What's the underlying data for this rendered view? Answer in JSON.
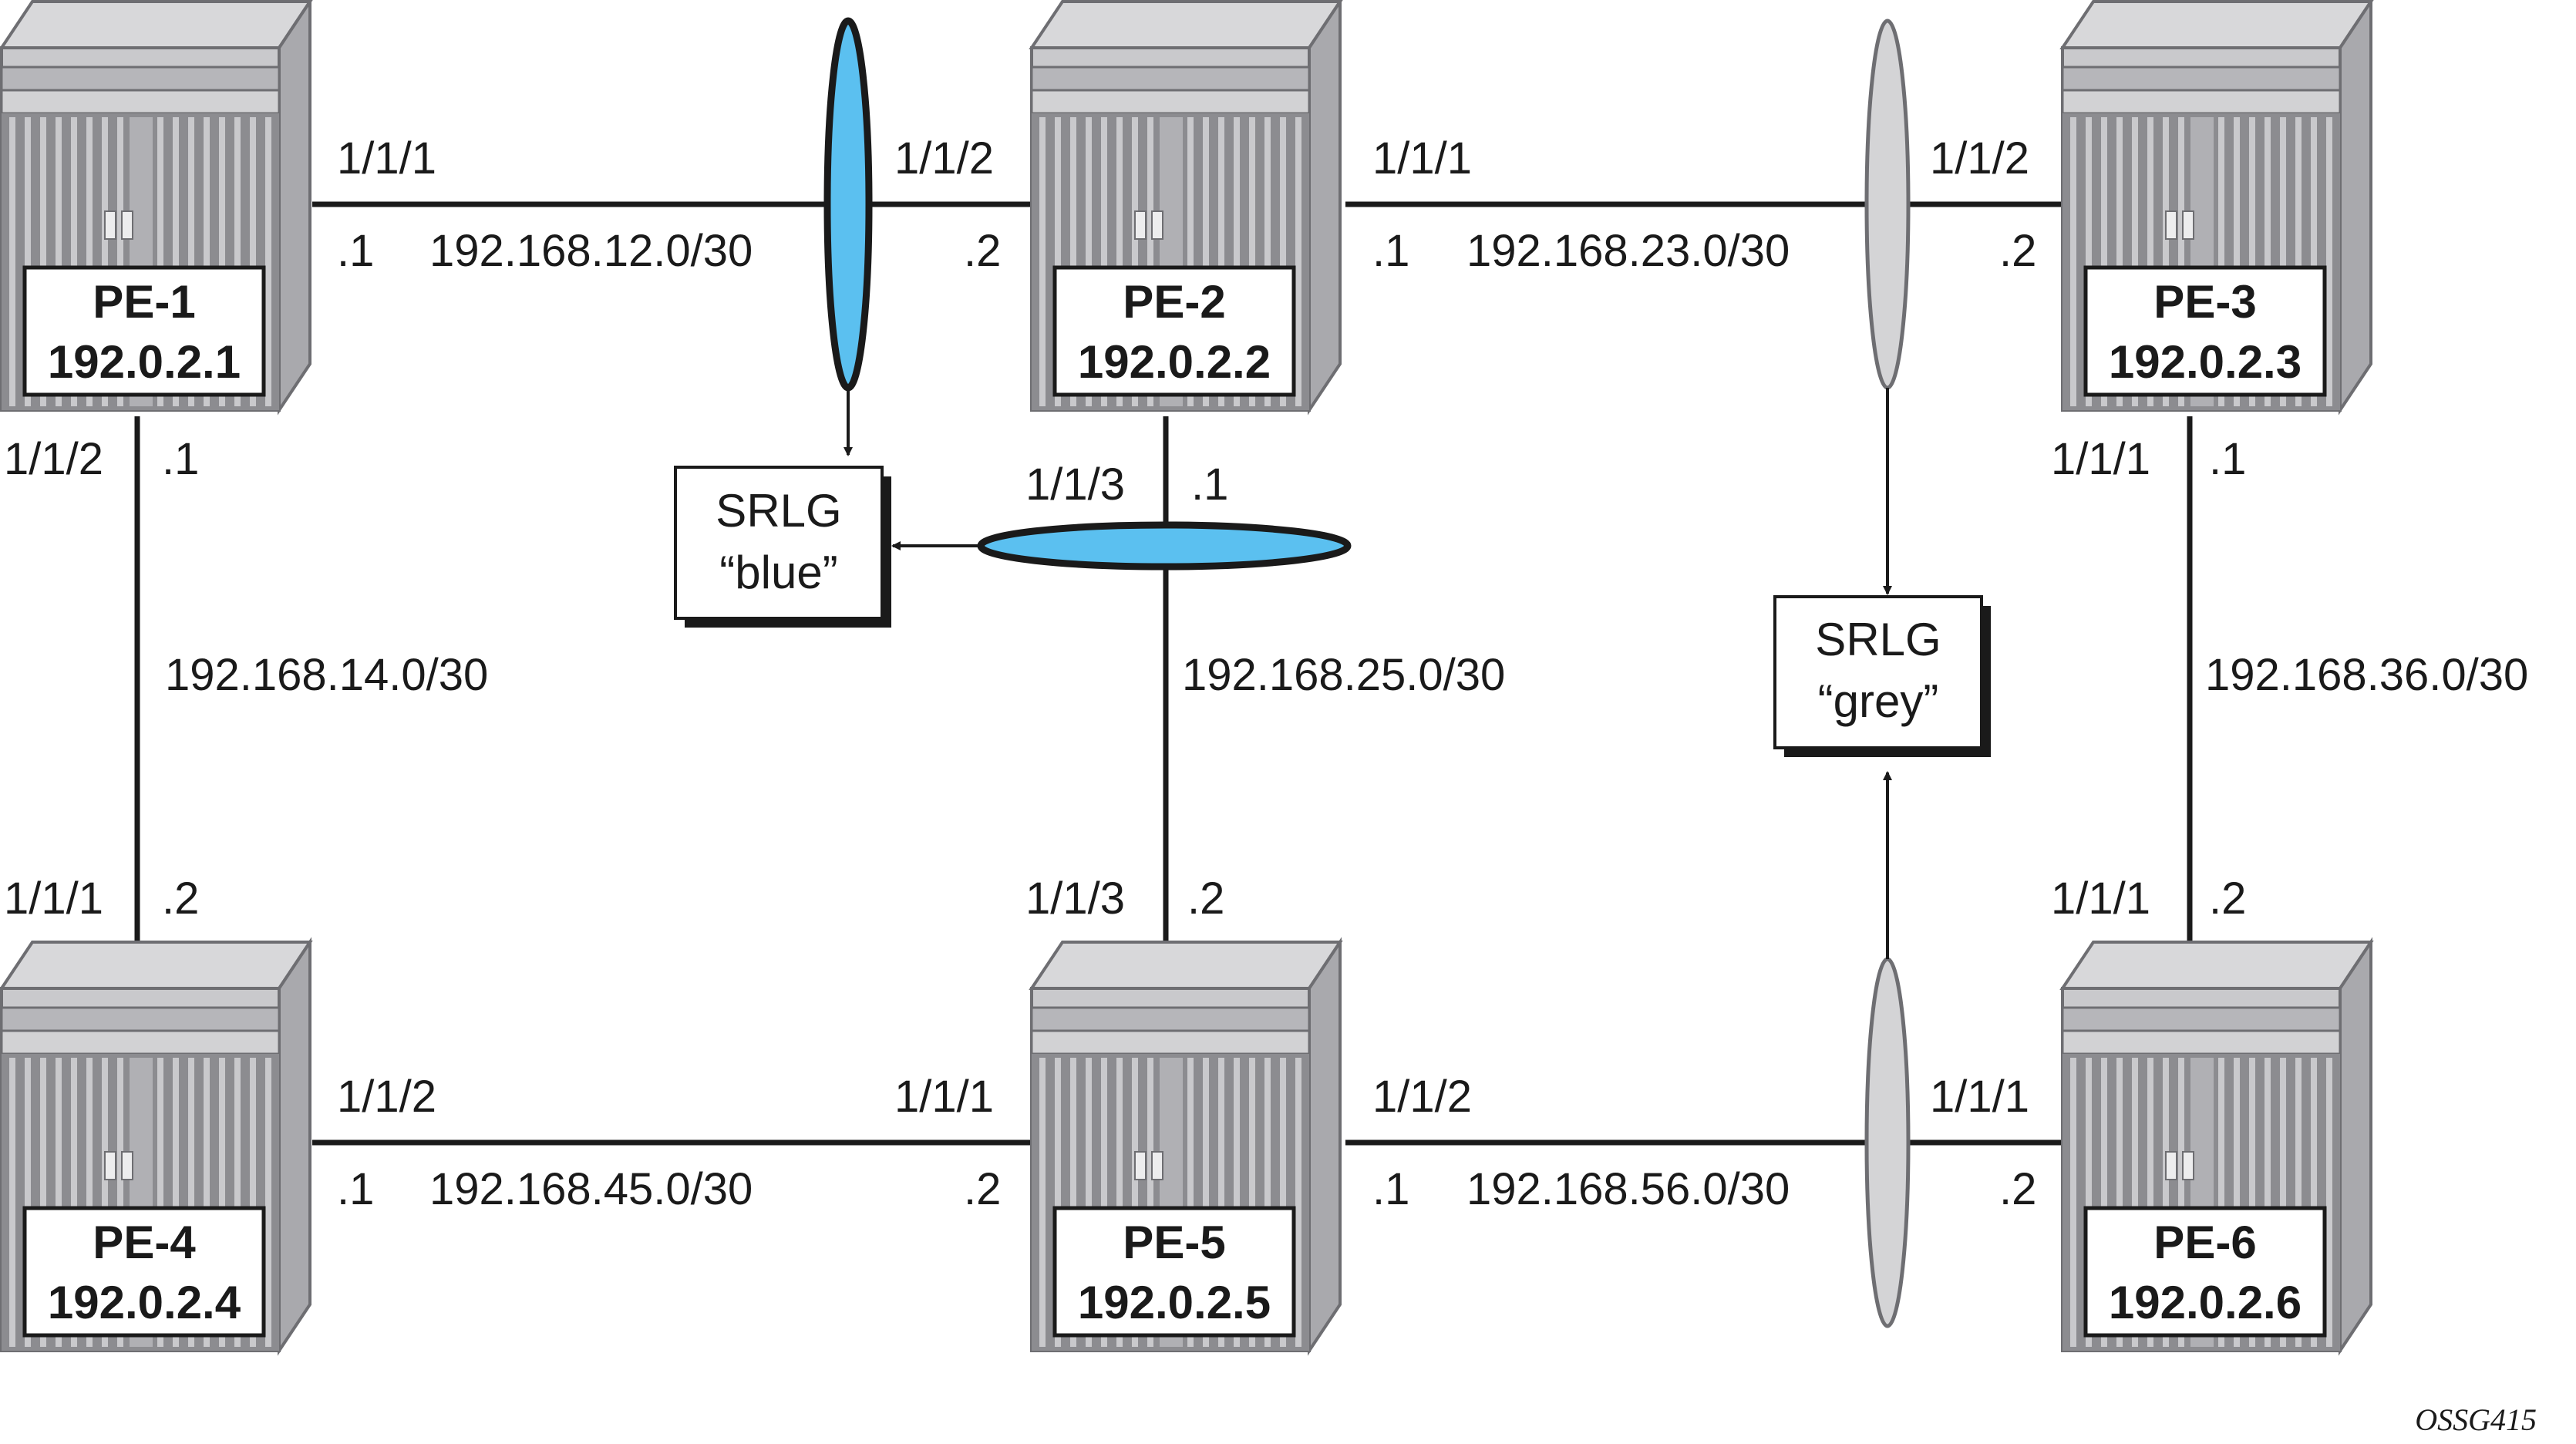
{
  "colors": {
    "blue_srlg": "#5bc0f0",
    "grey_srlg": "#d4d4d6",
    "router_body": "#c9c9cc",
    "router_dark": "#8c8c90",
    "line": "#1a1a1a"
  },
  "routers": {
    "pe1": {
      "name": "PE-1",
      "ip": "192.0.2.1"
    },
    "pe2": {
      "name": "PE-2",
      "ip": "192.0.2.2"
    },
    "pe3": {
      "name": "PE-3",
      "ip": "192.0.2.3"
    },
    "pe4": {
      "name": "PE-4",
      "ip": "192.0.2.4"
    },
    "pe5": {
      "name": "PE-5",
      "ip": "192.0.2.5"
    },
    "pe6": {
      "name": "PE-6",
      "ip": "192.0.2.6"
    }
  },
  "links": {
    "pe1_pe2": {
      "subnet": "192.168.12.0/30",
      "port_a": "1/1/1",
      "host_a": ".1",
      "port_b": "1/1/2",
      "host_b": ".2"
    },
    "pe2_pe3": {
      "subnet": "192.168.23.0/30",
      "port_a": "1/1/1",
      "host_a": ".1",
      "port_b": "1/1/2",
      "host_b": ".2"
    },
    "pe1_pe4": {
      "subnet": "192.168.14.0/30",
      "port_a": "1/1/2",
      "host_a": ".1",
      "port_b": "1/1/1",
      "host_b": ".2"
    },
    "pe2_pe5": {
      "subnet": "192.168.25.0/30",
      "port_a": "1/1/3",
      "host_a": ".1",
      "port_b": "1/1/3",
      "host_b": ".2"
    },
    "pe3_pe6": {
      "subnet": "192.168.36.0/30",
      "port_a": "1/1/1",
      "host_a": ".1",
      "port_b": "1/1/1",
      "host_b": ".2"
    },
    "pe4_pe5": {
      "subnet": "192.168.45.0/30",
      "port_a": "1/1/2",
      "host_a": ".1",
      "port_b": "1/1/1",
      "host_b": ".2"
    },
    "pe5_pe6": {
      "subnet": "192.168.56.0/30",
      "port_a": "1/1/2",
      "host_a": ".1",
      "port_b": "1/1/1",
      "host_b": ".2"
    }
  },
  "srlg": {
    "blue": {
      "line1": "SRLG",
      "line2": "“blue”"
    },
    "grey": {
      "line1": "SRLG",
      "line2": "“grey”"
    }
  },
  "footer_code": "OSSG415"
}
